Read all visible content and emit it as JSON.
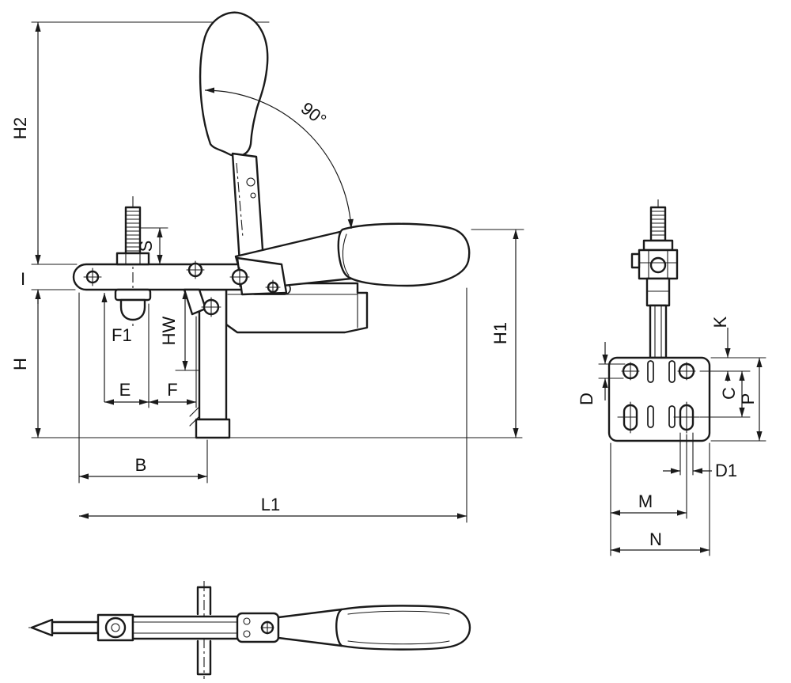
{
  "colors": {
    "line": "#1a1a1a",
    "background": "#ffffff"
  },
  "views": {
    "side": {
      "labels": {
        "h2": "H2",
        "i": "I",
        "h": "H",
        "f1": "F1",
        "e": "E",
        "f": "F",
        "s": "S",
        "hw": "HW",
        "b": "B",
        "l1": "L1",
        "h1": "H1",
        "angle": "90°"
      }
    },
    "front": {
      "labels": {
        "k": "K",
        "c": "C",
        "p": "P",
        "d": "D",
        "d1": "D1",
        "m": "M",
        "n": "N"
      }
    },
    "top": {
      "labels": {}
    }
  }
}
